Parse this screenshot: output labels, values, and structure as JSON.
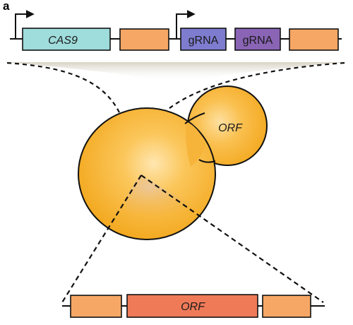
{
  "figure": {
    "panel_label": "a",
    "top_construct": {
      "cas9_label": "CAS9",
      "grna1_label": "gRNA",
      "grna2_label": "gRNA"
    },
    "cell": {
      "bud_label": "ORF"
    },
    "bottom_construct": {
      "orf_label": "ORF"
    },
    "colors": {
      "cas9": "#9fdcdc",
      "homology_arm": "#f6a765",
      "grna1": "#7e7ccf",
      "grna2": "#8a64b5",
      "cell": "#f5ad1e",
      "orf": "#ef7a58",
      "line": "#111111"
    }
  }
}
